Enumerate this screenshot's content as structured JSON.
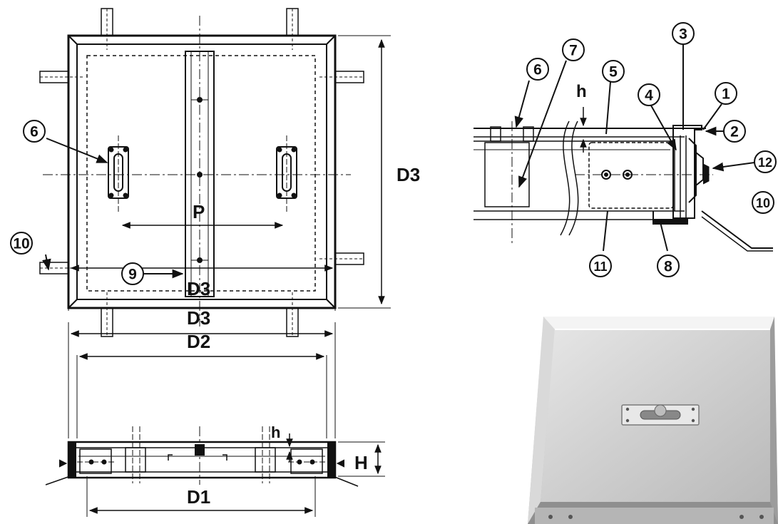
{
  "labels": {
    "d1": "D1",
    "d2": "D2",
    "d3": "D3",
    "p": "P",
    "h_small": "h",
    "h_big": "H"
  },
  "callouts": {
    "c1": "1",
    "c2": "2",
    "c3": "3",
    "c4": "4",
    "c5": "5",
    "c6": "6",
    "c7": "7",
    "c8": "8",
    "c9": "9",
    "c10": "10",
    "c11": "11",
    "c12": "12"
  },
  "colors": {
    "line": "#111111",
    "lid_metal": "#c9c9c9",
    "lid_edge": "#9a9a9a"
  }
}
